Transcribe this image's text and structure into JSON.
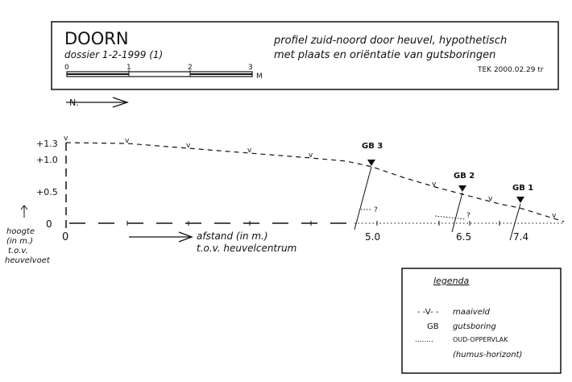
{
  "header": {
    "title": "DOORN",
    "subtitle": "dossier 1-2-1999 (1)",
    "description_line1": "profiel zuid-noord door heuvel, hypothetisch",
    "description_line2": "met plaats en oriëntatie van gutsboringen",
    "credit": "TEK 2000.02.29 tr",
    "scale_labels": [
      "0",
      "1",
      "2",
      "3"
    ],
    "scale_unit": "M"
  },
  "north_label": "N.",
  "profile": {
    "y_ticks": [
      "+1.3",
      "+1.0",
      "+0.5",
      "0"
    ],
    "y_label": [
      "hoogte",
      "(in m.)",
      "t.o.v.",
      "heuvelvoet"
    ],
    "x_ticks": [
      "0",
      "5.0",
      "6.5",
      "7.4"
    ],
    "x_label": [
      "afstand (in m.)",
      "t.o.v. heuvelcentrum"
    ],
    "borings": [
      "GB 3",
      "GB 2",
      "GB 1"
    ],
    "question_marks": [
      "?",
      "?"
    ]
  },
  "legend": {
    "title": "legenda",
    "items": [
      {
        "symbol": "- -V- -",
        "label": "maaiveld"
      },
      {
        "symbol": "GB",
        "label": "gutsboring"
      },
      {
        "symbol": "........",
        "label": "OUD-OPPERVLAK"
      }
    ],
    "extra": "(humus-horizont)"
  }
}
